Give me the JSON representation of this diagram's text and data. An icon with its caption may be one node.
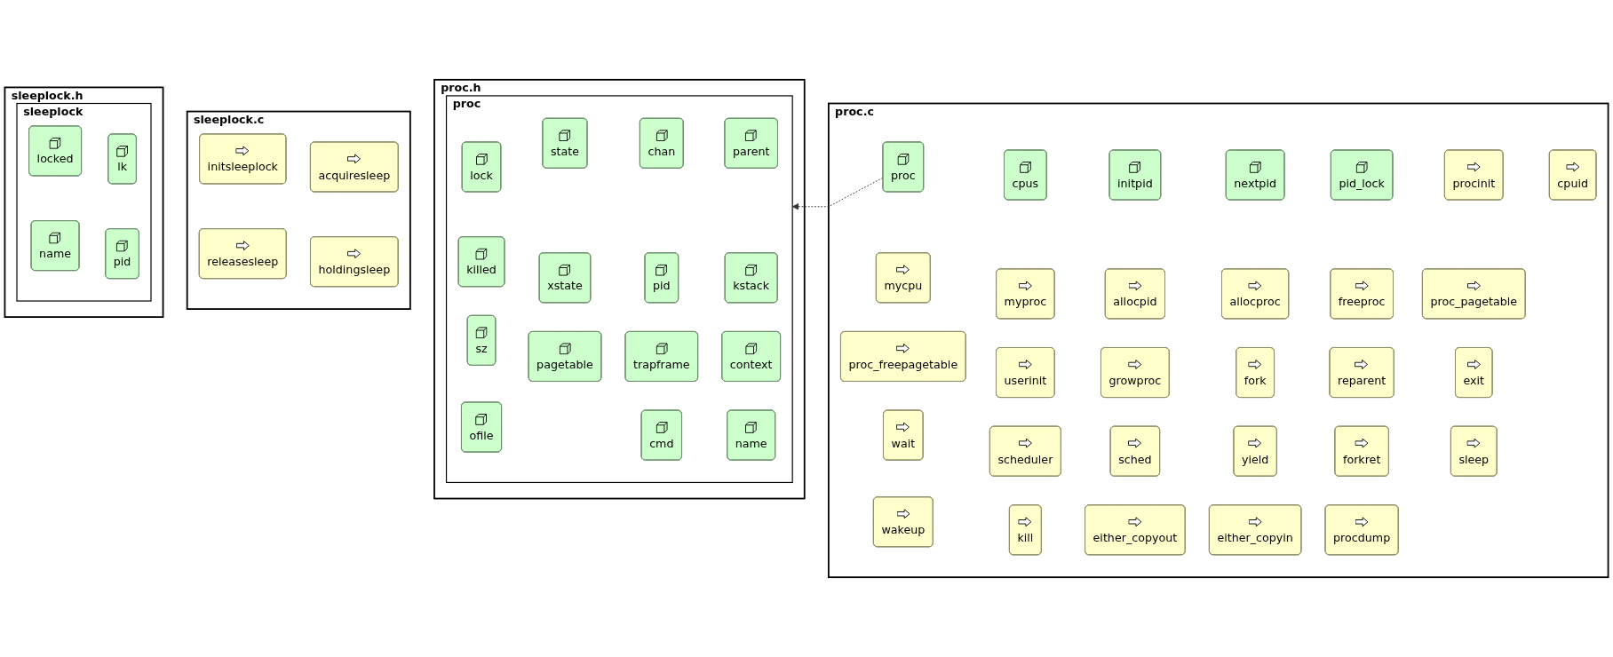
{
  "diagram": {
    "nodes": [
      {
        "text": [
          "sleeplock.h"
        ]
      },
      {
        "text": [
          "sleeplock"
        ],
        "in": 0
      },
      {
        "text": [
          "locked"
        ],
        "in": 1
      },
      {
        "text": [
          "lk"
        ],
        "in": 1
      },
      {
        "text": [
          "name"
        ],
        "in": 1
      },
      {
        "text": [
          "pid"
        ],
        "in": 1
      },
      {
        "text": [
          "sleeplock.c"
        ]
      },
      {
        "text": [
          "initsleeplock"
        ],
        "in": 6
      },
      {
        "text": [
          "acquiresleep"
        ],
        "in": 6
      },
      {
        "text": [
          "releasesleep"
        ],
        "in": 6
      },
      {
        "text": [
          "holdingsleep"
        ],
        "in": 6
      },
      {
        "text": [
          "proc.h"
        ]
      },
      {
        "text": [
          "proc"
        ],
        "in": 11
      },
      {
        "text": [
          "lock"
        ],
        "in": 12
      },
      {
        "text": [
          "state"
        ],
        "in": 12
      },
      {
        "text": [
          "chan"
        ],
        "in": 12
      },
      {
        "text": [
          "parent"
        ],
        "in": 12
      },
      {
        "text": [
          "killed"
        ],
        "in": 12
      },
      {
        "text": [
          "xstate"
        ],
        "in": 12
      },
      {
        "text": [
          "pid"
        ],
        "in": 12
      },
      {
        "text": [
          "kstack"
        ],
        "in": 12
      },
      {
        "text": [
          "sz"
        ],
        "in": 12
      },
      {
        "text": [
          "pagetable"
        ],
        "in": 12
      },
      {
        "text": [
          "trapframe"
        ],
        "in": 12
      },
      {
        "text": [
          "context"
        ],
        "in": 12
      },
      {
        "text": [
          "ofile"
        ],
        "in": 12
      },
      {
        "text": [
          "cmd"
        ],
        "in": 12
      },
      {
        "text": [
          "name"
        ],
        "in": 12
      },
      {
        "text": [
          "proc.c"
        ]
      },
      {
        "text": [
          "proc"
        ],
        "in": 28
      },
      {
        "text": [
          "cpus"
        ],
        "in": 28
      },
      {
        "text": [
          "initpid"
        ],
        "in": 28
      },
      {
        "text": [
          "nextpid"
        ],
        "in": 28
      },
      {
        "text": [
          "pid_lock"
        ],
        "in": 28
      },
      {
        "text": [
          "procinit"
        ],
        "in": 28
      },
      {
        "text": [
          "cpuid"
        ],
        "in": 28
      },
      {
        "text": [
          "mycpu"
        ],
        "in": 28
      },
      {
        "text": [
          "myproc"
        ],
        "in": 28
      },
      {
        "text": [
          "allocpid"
        ],
        "in": 28
      },
      {
        "text": [
          "allocproc"
        ],
        "in": 28
      },
      {
        "text": [
          "freeproc"
        ],
        "in": 28
      },
      {
        "text": [
          "proc_pagetable"
        ],
        "in": 28
      },
      {
        "text": [
          "proc_freepagetable"
        ],
        "in": 28
      },
      {
        "text": [
          "userinit"
        ],
        "in": 28
      },
      {
        "text": [
          "growproc"
        ],
        "in": 28
      },
      {
        "text": [
          "fork"
        ],
        "in": 28
      },
      {
        "text": [
          "reparent"
        ],
        "in": 28
      },
      {
        "text": [
          "exit"
        ],
        "in": 28
      },
      {
        "text": [
          "wait"
        ],
        "in": 28
      },
      {
        "text": [
          "scheduler"
        ],
        "in": 28
      },
      {
        "text": [
          "sched"
        ],
        "in": 28
      },
      {
        "text": [
          "yield"
        ],
        "in": 28
      },
      {
        "text": [
          "forkret"
        ],
        "in": 28
      },
      {
        "text": [
          "sleep"
        ],
        "in": 28
      },
      {
        "text": [
          "wakeup"
        ],
        "in": 28
      },
      {
        "text": [
          "kill"
        ],
        "in": 28
      },
      {
        "text": [
          "either_copyout"
        ],
        "in": 28
      },
      {
        "text": [
          "either_copyin"
        ],
        "in": 28
      },
      {
        "text": [
          "procdump"
        ],
        "in": 28
      }
    ],
    "edges": [
      {
        "from": 29,
        "to": 12,
        "arrow": "to",
        "style": "dashed"
      }
    ]
  }
}
